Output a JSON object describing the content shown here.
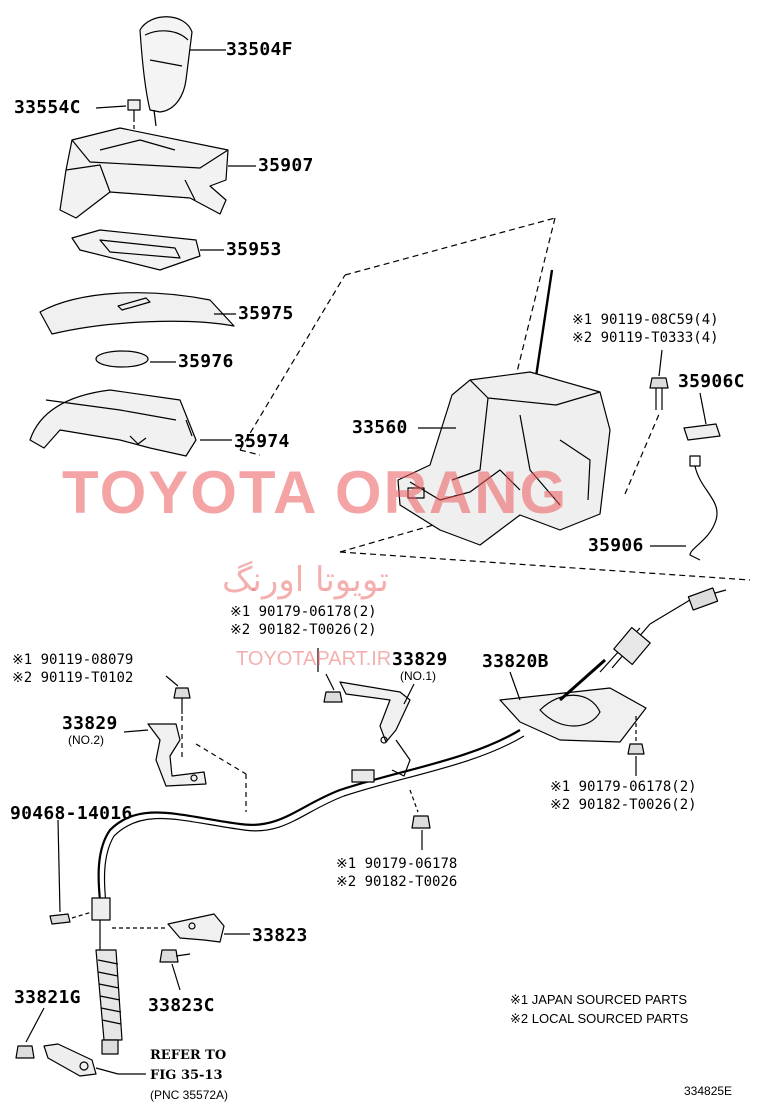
{
  "parts": {
    "p33504F": "33504F",
    "p33554C": "33554C",
    "p35907": "35907",
    "p35953": "35953",
    "p35975": "35975",
    "p35976": "35976",
    "p35974": "35974",
    "p33560": "33560",
    "p35906C": "35906C",
    "p35906": "35906",
    "p33829a": "33829",
    "p33829a_sub": "(NO.1)",
    "p33820B": "33820B",
    "p33829b": "33829",
    "p33829b_sub": "(NO.2)",
    "p90468": "90468-14016",
    "p33823": "33823",
    "p33823C": "33823C",
    "p33821G": "33821G"
  },
  "notes": {
    "n1a": "※1 90119-08C59(4)",
    "n1b": "※2 90119-T0333(4)",
    "n2a": "※1 90179-06178(2)",
    "n2b": "※2 90182-T0026(2)",
    "n3a": "※1 90119-08079",
    "n3b": "※2 90119-T0102",
    "n4a": "※1 90179-06178(2)",
    "n4b": "※2 90182-T0026(2)",
    "n5a": "※1 90179-06178",
    "n5b": "※2 90182-T0026"
  },
  "refer": {
    "line1": "REFER TO",
    "line2": "FIG 35-13",
    "line3": "(PNC 35572A)"
  },
  "legend": {
    "l1": "※1 JAPAN SOURCED PARTS",
    "l2": "※2 LOCAL SOURCED PARTS"
  },
  "figure_id": "334825E",
  "watermark": {
    "main": "TOYOTA ORANG",
    "farsi": "تویوتا اورنگ",
    "url": "TOYOTAPART.IR"
  },
  "colors": {
    "ink": "#000000",
    "watermark": "#eb5a5a"
  }
}
